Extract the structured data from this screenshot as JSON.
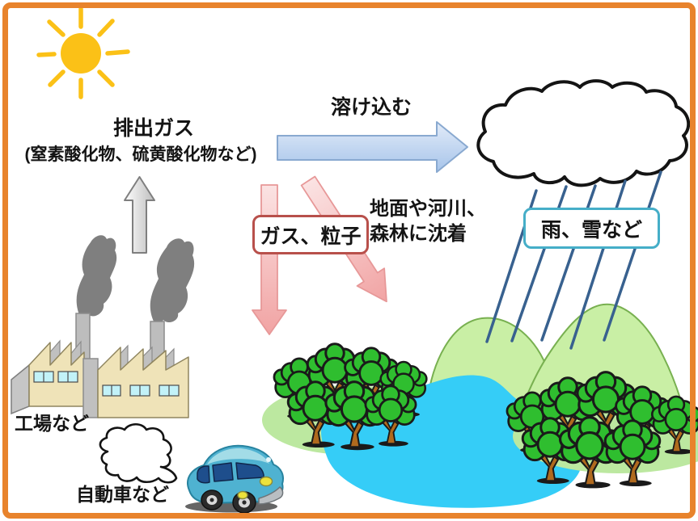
{
  "frame": {
    "border_color": "#E8832C",
    "background_color": "#FFFFFF"
  },
  "labels": {
    "emission_gas_title": "排出ガス",
    "emission_gas_subtitle": "(窒素酸化物、硫黄酸化物など)",
    "dissolve_into": "溶け込む",
    "gas_particles_box": "ガス、粒子",
    "deposition_line1": "地面や河川、",
    "deposition_line2": "森林に沈着",
    "rain_snow_box": "雨、雪など",
    "factory_caption": "工場など",
    "car_caption": "自動車など"
  },
  "colors": {
    "sun": "#FBC117",
    "emission_arrow": "#C9C9C9",
    "dissolve_arrow": "#AFC9EC",
    "deposition_arrow": "#F2A8A8",
    "gas_particles_border": "#B8504B",
    "rain_snow_border": "#45AEC8",
    "rain_line": "#38618F",
    "cloud_outline": "#141414",
    "mountain_fill": "#C9EFA5",
    "water_fill": "#35CDF7",
    "grass_fill": "#BCE8A0",
    "tree_canopy": "#2FBE2F",
    "tree_trunk": "#B06A1E",
    "factory_wall": "#EFE3B8",
    "factory_window": "#C2F2F8",
    "smoke": "#7F7F7F",
    "car_body": "#4FB2D1"
  },
  "icons": [
    "sun-icon",
    "up-arrow-icon",
    "right-arrow-icon",
    "down-arrow-icon",
    "diagonal-arrow-icon",
    "cloud-icon",
    "rain-lines-icon",
    "factory-icon",
    "smoke-icon",
    "mountain-icon",
    "lake-icon",
    "grass-icon",
    "tree-icon",
    "exhaust-cloud-icon",
    "car-icon"
  ]
}
